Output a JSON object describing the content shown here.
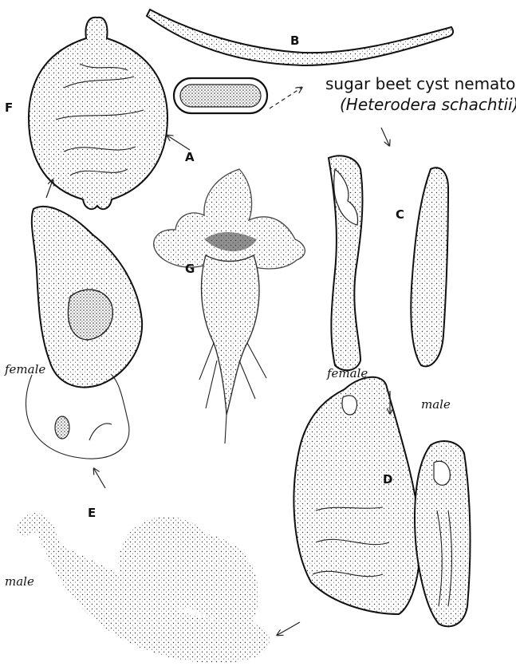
{
  "title": "sugar beet cyst nematode",
  "subtitle": "(Heterodera schachtii)",
  "stages": {
    "a": "A",
    "b": "B",
    "c": "C",
    "d": "D",
    "e": "E",
    "f": "F",
    "g": "G"
  },
  "sex_labels": {
    "female_c": "female",
    "male_c": "male",
    "female_e": "female",
    "male_e": "male"
  }
}
